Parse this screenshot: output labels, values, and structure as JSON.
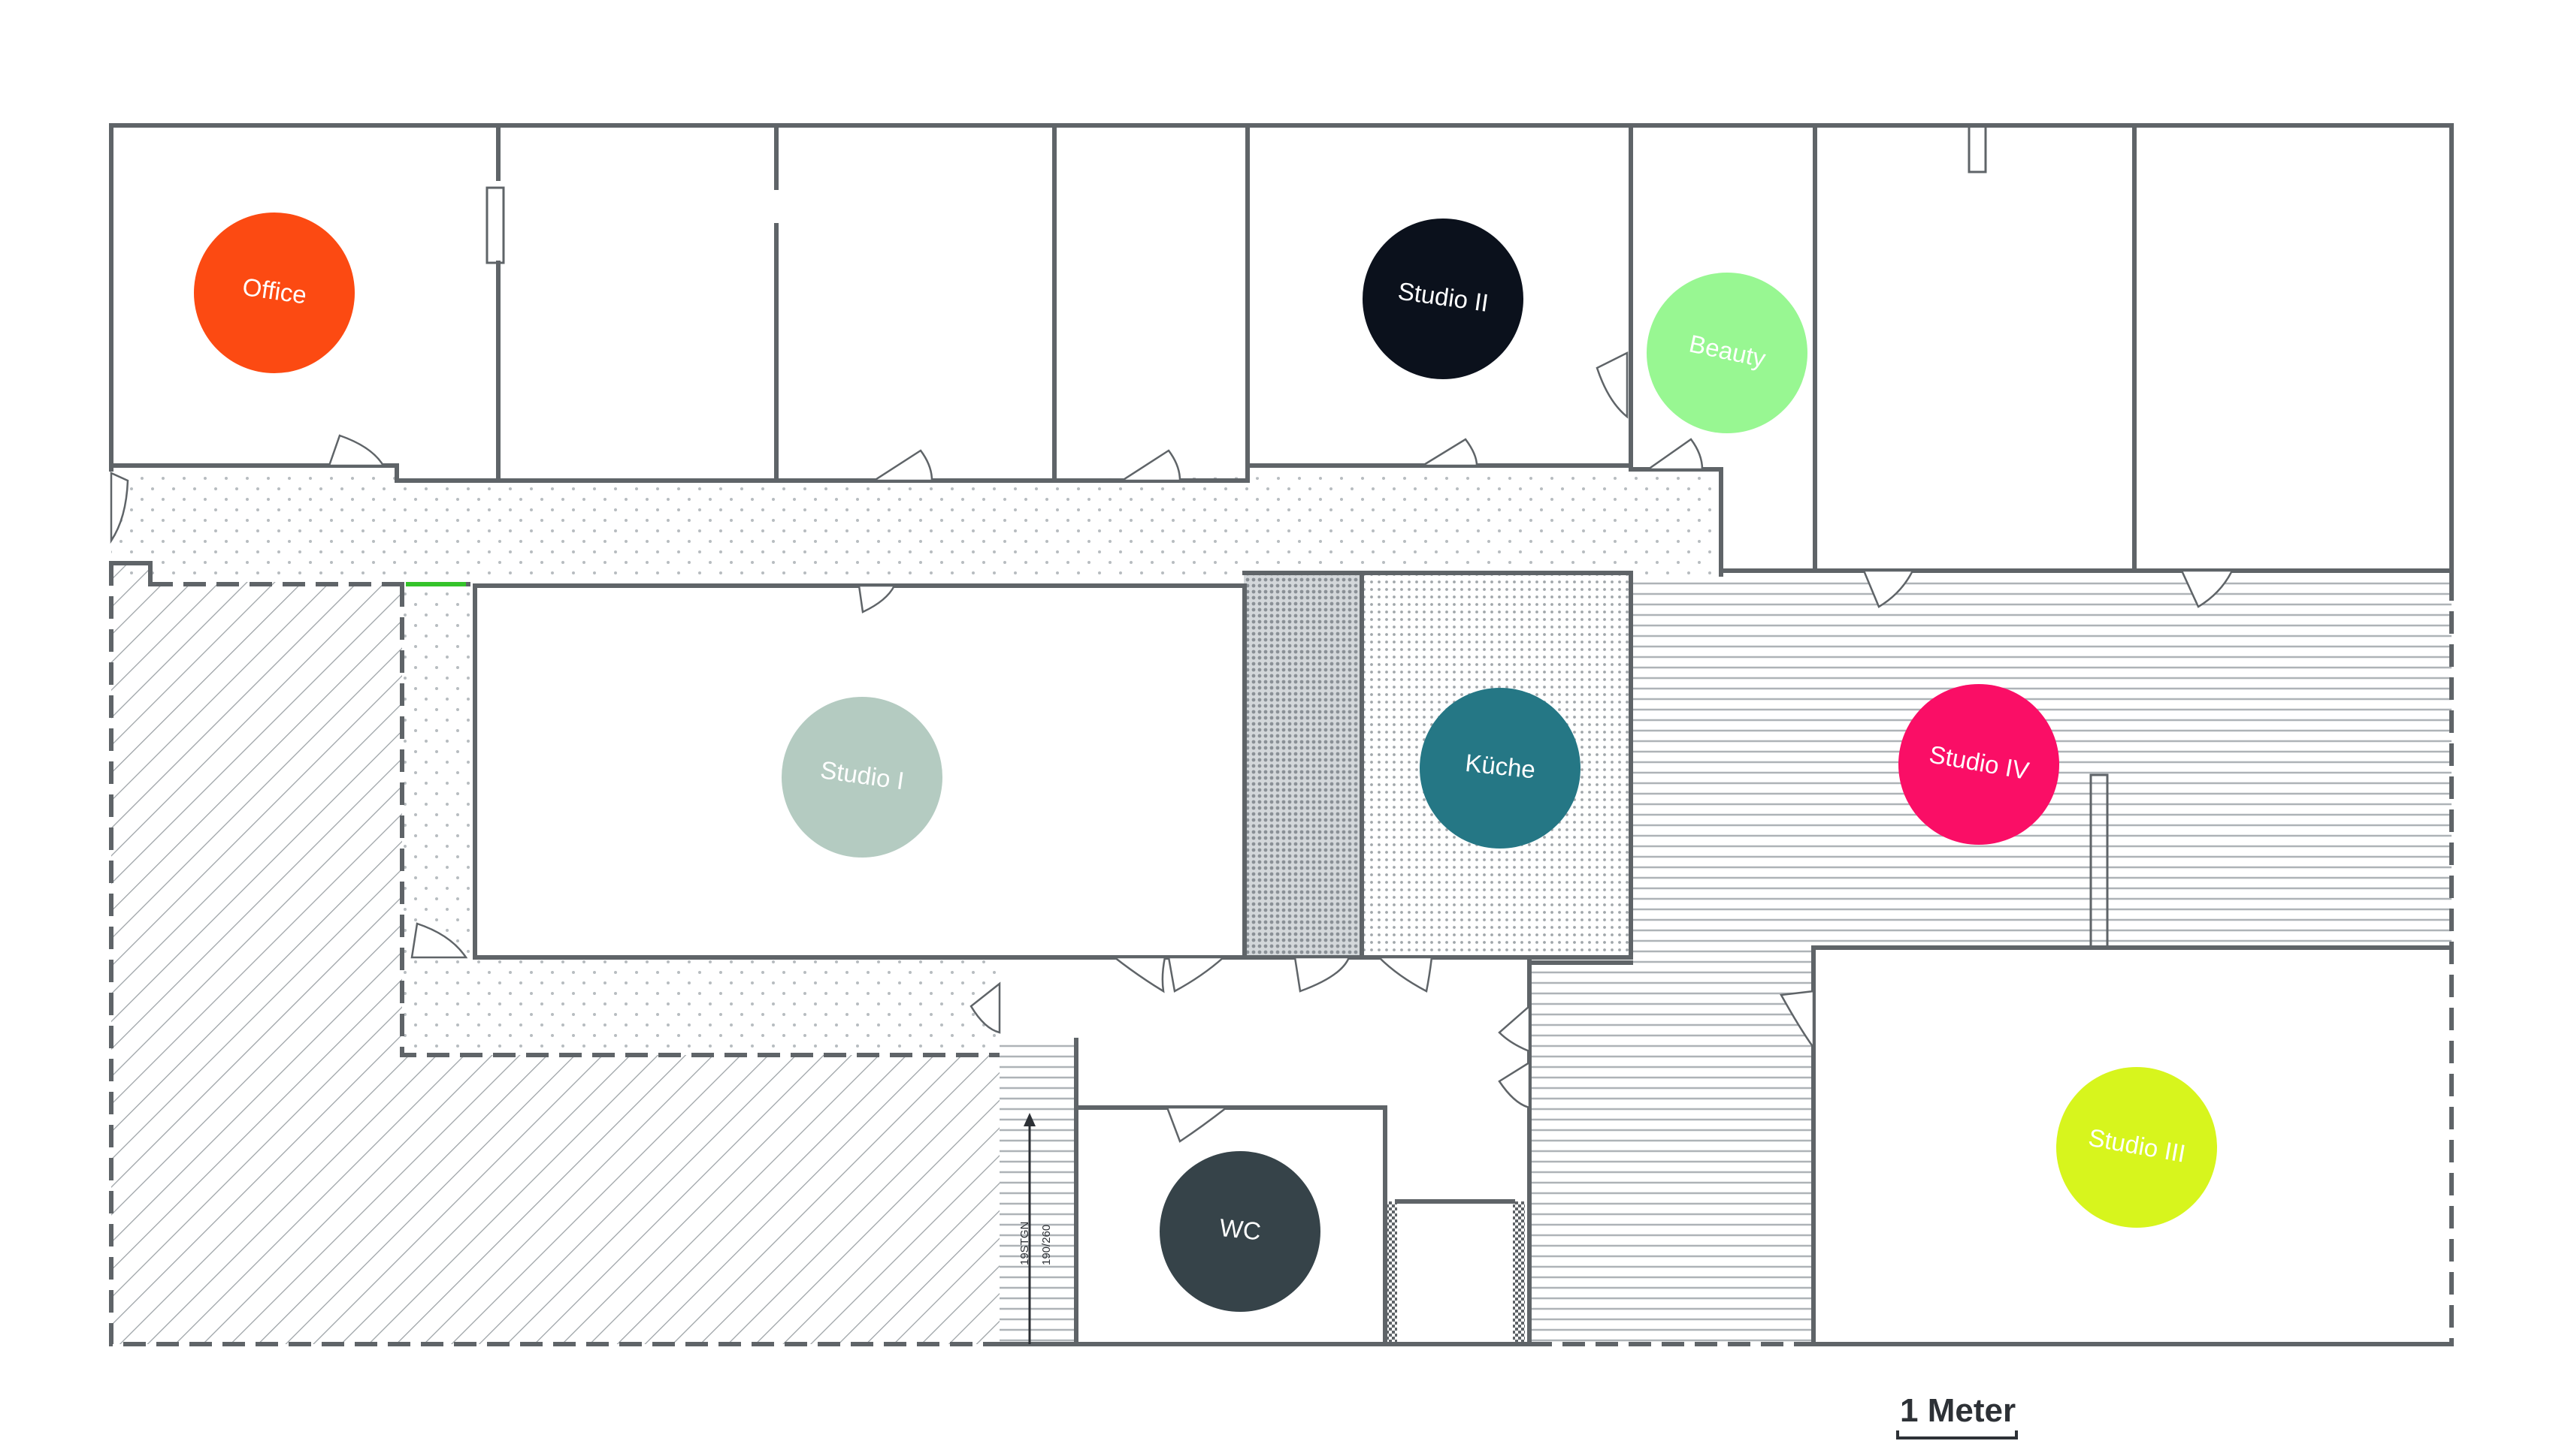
{
  "rooms": {
    "office": {
      "label": "Office",
      "color": "#fc4a12"
    },
    "studio2": {
      "label": "Studio II",
      "color": "#0b111c"
    },
    "beauty": {
      "label": "Beauty",
      "color": "#98f792"
    },
    "studio1": {
      "label": "Studio I",
      "color": "#b4cbc1"
    },
    "kueche": {
      "label": "Küche",
      "color": "#257785"
    },
    "studio4": {
      "label": "Studio IV",
      "color": "#fa0e66"
    },
    "wc": {
      "label": "WC",
      "color": "#364349"
    },
    "studio3": {
      "label": "Studio III",
      "color": "#d7f51d"
    }
  },
  "stairs": {
    "steps_label": "19STGN",
    "size_label": "190/260"
  },
  "scale": {
    "label": "1 Meter"
  },
  "colors": {
    "wall": "#5f6468",
    "accent_green": "#34c32a",
    "pattern": "#b7bcc0"
  }
}
